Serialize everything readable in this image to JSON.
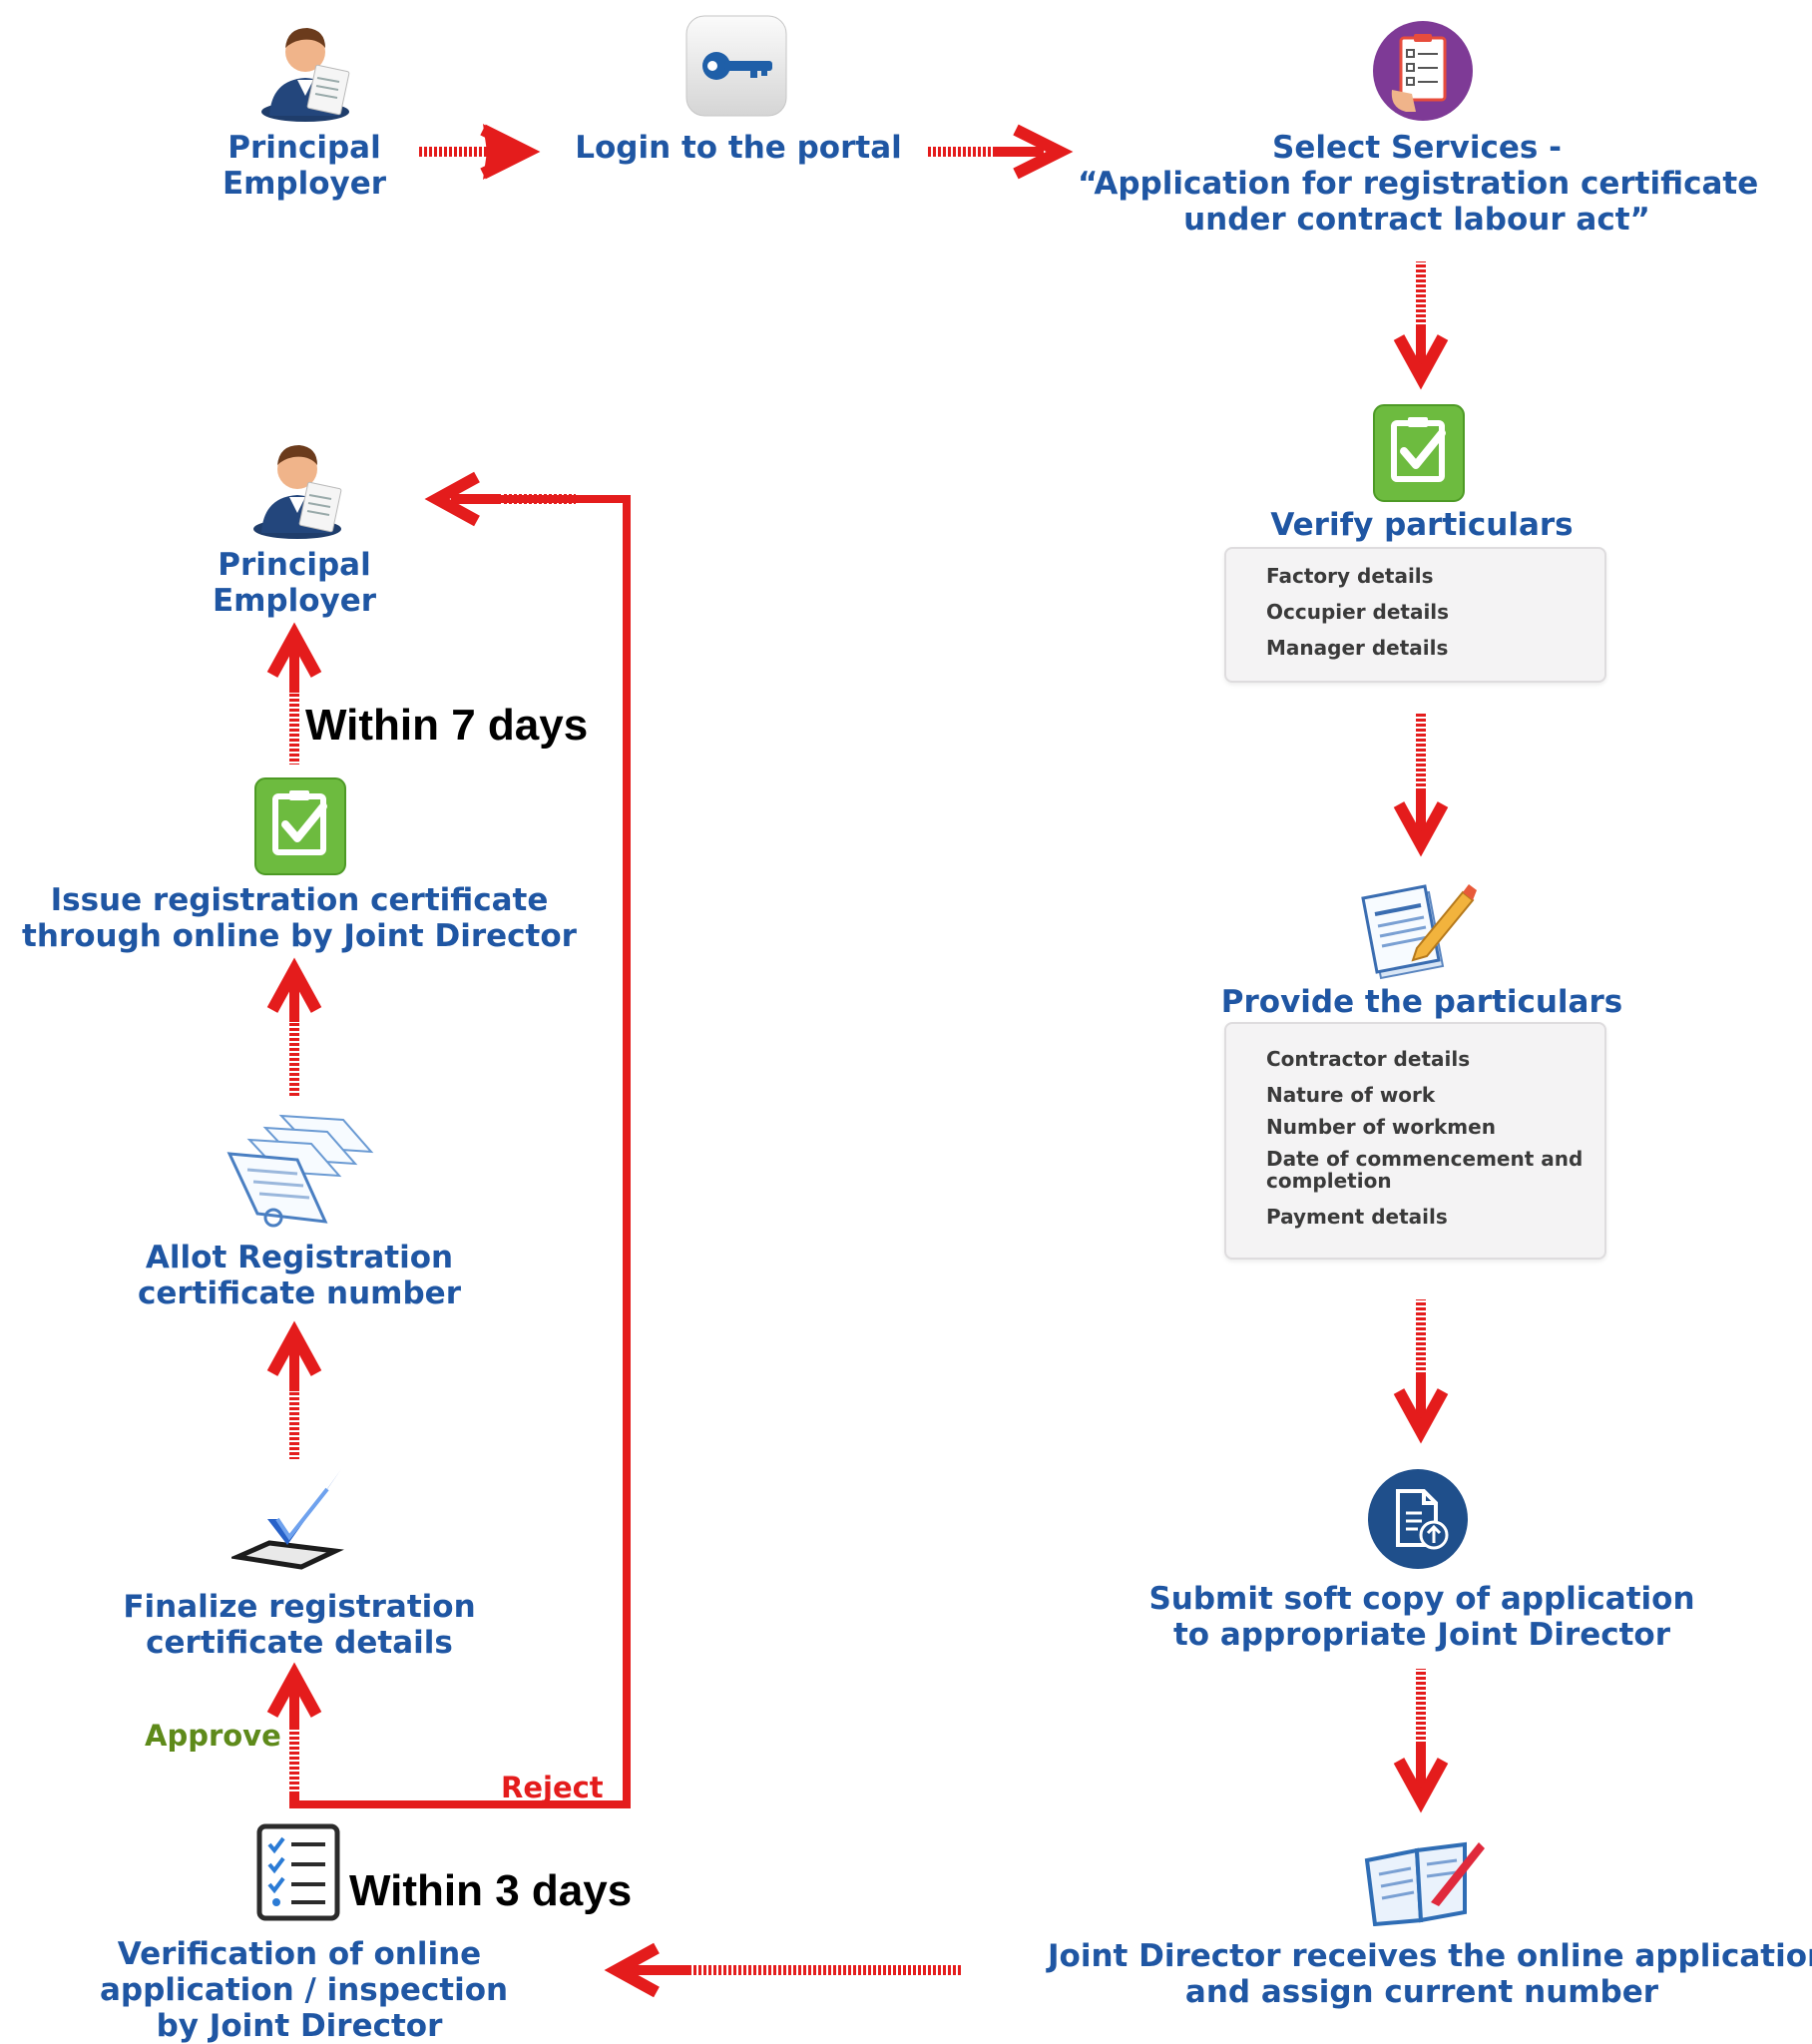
{
  "steps": {
    "principal_employer_top": {
      "lines": [
        "Principal",
        "Employer"
      ]
    },
    "login": {
      "lines": [
        "Login to the portal"
      ]
    },
    "select_services": {
      "lines": [
        "Select Services -",
        "“Application for registration certificate",
        "under contract labour act”"
      ]
    },
    "verify": {
      "title": "Verify particulars",
      "items": [
        "Factory details",
        "Occupier details",
        "Manager details"
      ]
    },
    "provide": {
      "title": "Provide the particulars",
      "items": [
        "Contractor details",
        "Nature of work",
        "Number of workmen",
        "Date of commencement and",
        "completion",
        "Payment details"
      ]
    },
    "submit": {
      "lines": [
        "Submit soft copy of application",
        "to appropriate Joint Director"
      ]
    },
    "receive": {
      "lines": [
        "Joint Director receives the online application",
        "and assign current number"
      ]
    },
    "verification": {
      "lines": [
        "Verification of online",
        "application / inspection",
        "by Joint Director"
      ]
    },
    "finalize": {
      "lines": [
        "Finalize registration",
        "certificate details"
      ]
    },
    "allot": {
      "lines": [
        "Allot Registration",
        "certificate number"
      ]
    },
    "issue": {
      "lines": [
        "Issue registration certificate",
        "through online by Joint Director"
      ]
    },
    "principal_employer_bottom": {
      "lines": [
        "Principal",
        "Employer"
      ]
    }
  },
  "notes": {
    "within_7_days": "Within 7 days",
    "within_3_days": "Within 3 days",
    "approve": "Approve",
    "reject": "Reject"
  },
  "icons": [
    "user-document-icon",
    "key-icon",
    "checklist-clipboard-icon",
    "green-check-icon",
    "document-pencil-icon",
    "upload-document-icon",
    "notebook-pen-icon",
    "task-list-icon",
    "checkbox-tick-icon",
    "stacked-documents-icon"
  ],
  "colors": {
    "label_blue": "#1f56a3",
    "arrow_red": "#e41c1c",
    "approve_green": "#5e8a1a",
    "box_bg": "#f4f3f4"
  }
}
